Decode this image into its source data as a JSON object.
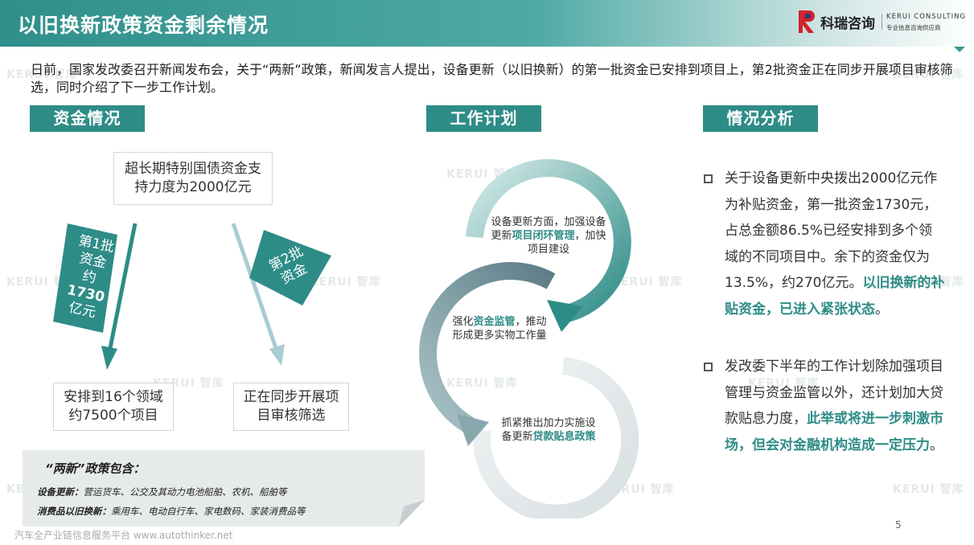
{
  "header": {
    "title": "以旧换新政策资金剩余情况",
    "logo_cn": "科瑞咨询",
    "logo_en": "KERUI CONSULTING",
    "logo_sub": "专业信息咨询供应商"
  },
  "watermark": "KERUI 智库",
  "intro": "日前，国家发改委召开新闻发布会，关于“两新”政策，新闻发言人提出，设备更新（以旧换新）的第一批资金已安排到项目上，第2批资金正在同步开展项目审核筛选，同时介绍了下一步工作计划。",
  "sections": {
    "funds": "资金情况",
    "plan": "工作计划",
    "analysis": "情况分析"
  },
  "funds": {
    "top_box": "超长期特别国债资金支持力度为2000亿元",
    "batch1_lines": [
      "第1批",
      "资金",
      "约",
      "1730",
      "亿元"
    ],
    "batch2_lines": [
      "第2批",
      "资金"
    ],
    "left_box": "安排到16个领域约7500个项目",
    "right_box": "正在同步开展项目审核筛选"
  },
  "note": {
    "title": "“两新”政策包含：",
    "line1_label": "设备更新：",
    "line1_text": "营运货车、公交及其动力电池船舶、农机、船舶等",
    "line2_label": "消费品以旧换新：",
    "line2_text": "乘用车、电动自行车、家电数码、家装消费品等"
  },
  "plan": {
    "item1_pre": "设备更新方面，加强设备更新",
    "item1_hl": "项目闭环管理",
    "item1_post": "，加快项目建设",
    "item2_pre": "强化",
    "item2_hl": "资金监管",
    "item2_post": "，推动形成更多实物工作量",
    "item3_pre": "抓紧推出加力实施设备更新",
    "item3_hl": "贷款贴息政策",
    "item3_post": ""
  },
  "analysis": {
    "p1_text": "关于设备更新中央拨出2000亿元作为补贴资金，第一批资金1730元，占总金额86.5%已经安排到多个领域的不同项目中。余下的资金仅为13.5%，约270亿元。",
    "p1_hl": "以旧换新的补贴资金，已进入紧张状态",
    "p1_end": "。",
    "p2_text": "发改委下半年的工作计划除加强项目管理与资金监管以外，还计划加大贷款贴息力度，",
    "p2_hl": "此举或将进一步刺激市场，但会对金融机构造成一定压力",
    "p2_end": "。"
  },
  "page_number": "5",
  "footer": "汽车全产业链信息服务平台 www.autothinker.net",
  "colors": {
    "teal": "#2e8c87",
    "teal_light": "#a9d2cf",
    "slate": "#5d7c86",
    "note_bg": "#e7eaeb"
  }
}
